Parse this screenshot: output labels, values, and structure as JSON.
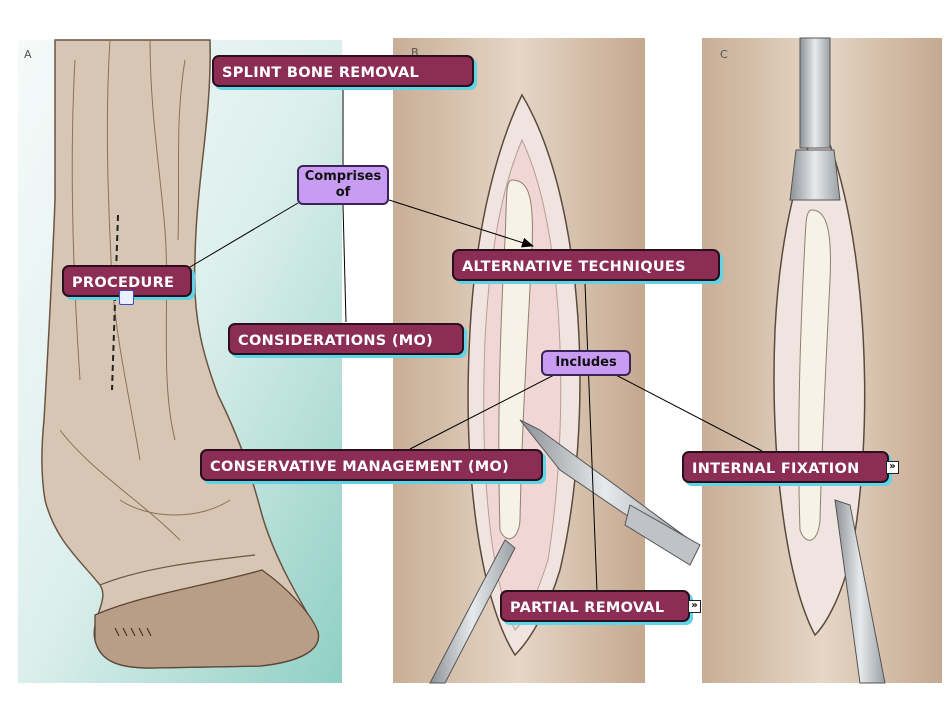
{
  "panels": {
    "a": "A",
    "b": "B",
    "c": "C"
  },
  "concepts": {
    "root": "SPLINT BONE REMOVAL",
    "procedure": "PROCEDURE",
    "considerations": "CONSIDERATIONS (MO)",
    "alternative": "ALTERNATIVE TECHNIQUES",
    "conservative": "CONSERVATIVE MANAGEMENT (MO)",
    "internal": "INTERNAL FIXATION",
    "partial": "PARTIAL REMOVAL"
  },
  "links": {
    "comprises": "Comprises of",
    "includes": "Includes"
  },
  "icons": {
    "expand": "expand-arrow-icon",
    "submap": "submap-icon"
  },
  "colors": {
    "concept_fill": "#8b2d55",
    "concept_shadow": "#5fd4e6",
    "link_fill": "#c89cf2"
  }
}
